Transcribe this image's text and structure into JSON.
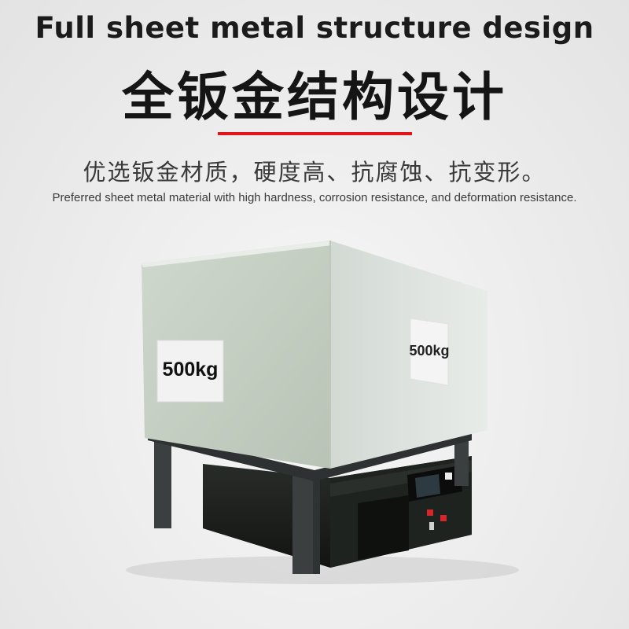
{
  "header": {
    "title_en": "Full sheet metal structure design",
    "title_cn": "全钣金结构设计",
    "subtitle_cn": "优选钣金材质，硬度高、抗腐蚀、抗变形。",
    "subtitle_en": "Preferred sheet metal material with high hardness, corrosion resistance, and deformation resistance."
  },
  "photo": {
    "front_label": "500kg",
    "side_label": "500kg"
  },
  "colors": {
    "accent_line": "#e0161b",
    "box_front": "#c9d3c7",
    "box_side": "#dde3de",
    "box_top": "#eef2ef",
    "agv_body": "#1b1e1b"
  }
}
